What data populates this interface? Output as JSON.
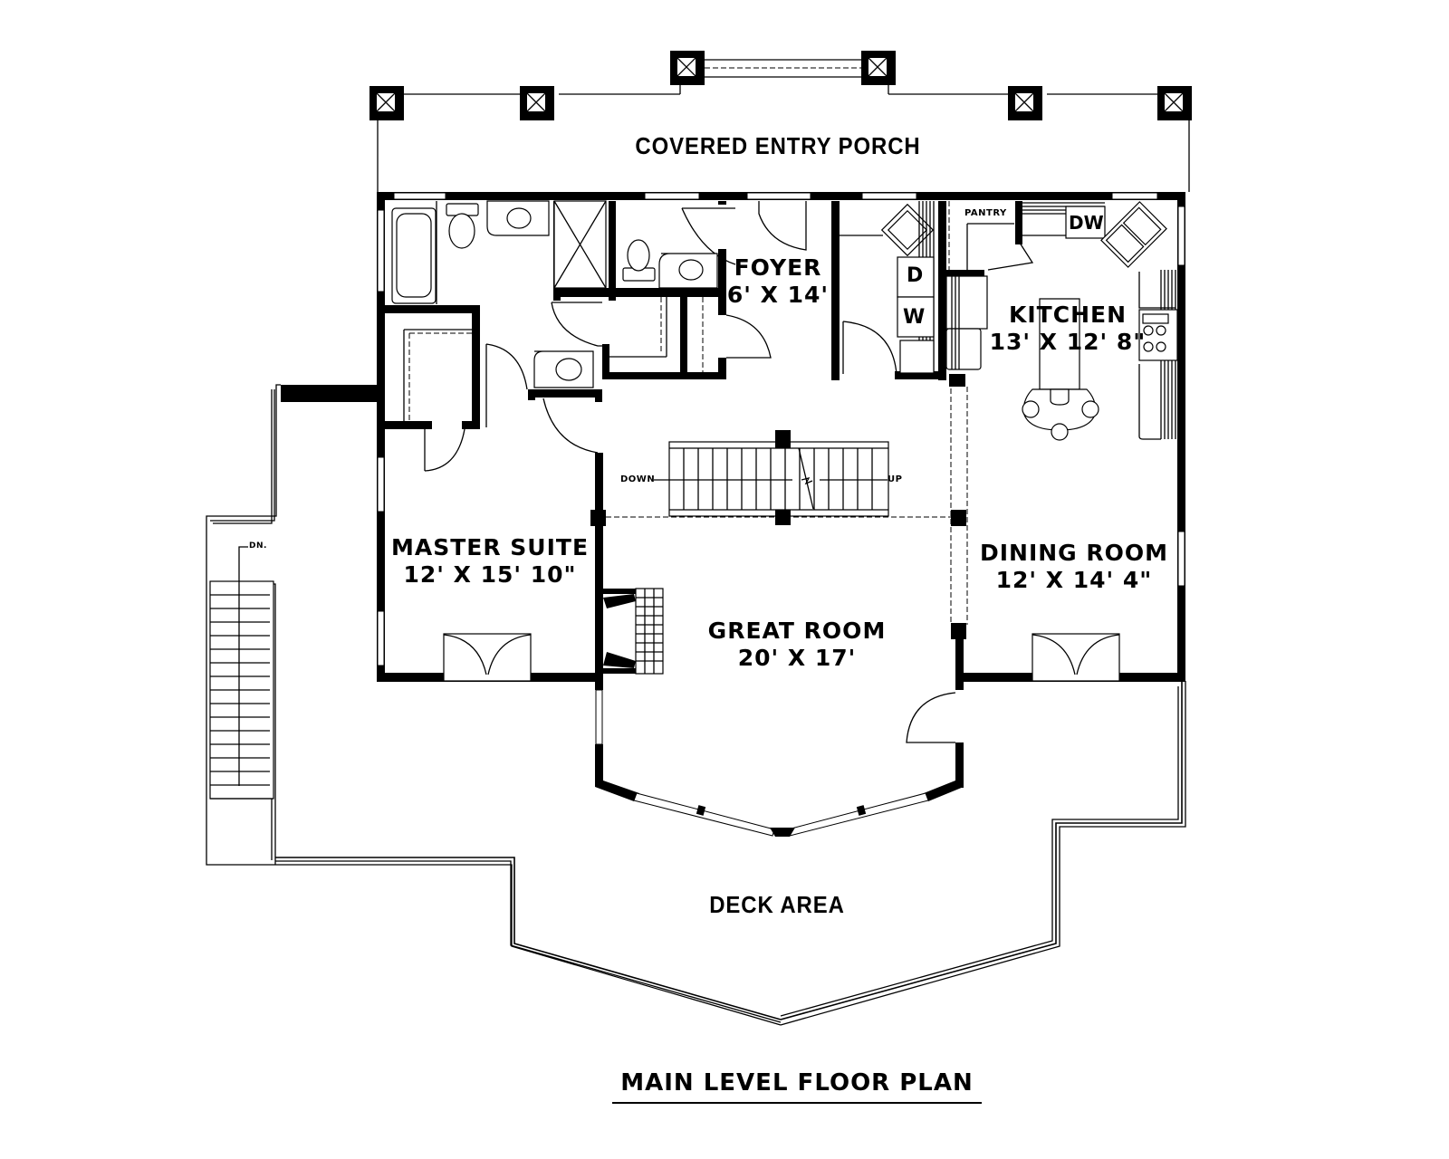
{
  "plan": {
    "title": "MAIN LEVEL FLOOR PLAN",
    "colors": {
      "ink": "#000000",
      "paper": "#ffffff"
    }
  },
  "rooms": {
    "porch": {
      "name": "COVERED ENTRY PORCH"
    },
    "foyer": {
      "name": "FOYER",
      "dims": "6' X 14'"
    },
    "kitchen": {
      "name": "KITCHEN",
      "dims": "13' X 12' 8\""
    },
    "master_suite": {
      "name": "MASTER SUITE",
      "dims": "12' X 15' 10\""
    },
    "great_room": {
      "name": "GREAT ROOM",
      "dims": "20' X 17'"
    },
    "dining_room": {
      "name": "DINING ROOM",
      "dims": "12' X 14' 4\""
    },
    "deck": {
      "name": "DECK AREA"
    }
  },
  "annotations": {
    "pantry": "PANTRY",
    "dishwasher": "DW",
    "dryer": "D",
    "washer": "W",
    "stair_down": "DOWN",
    "stair_up": "UP",
    "exterior_stair_down": "DN."
  }
}
